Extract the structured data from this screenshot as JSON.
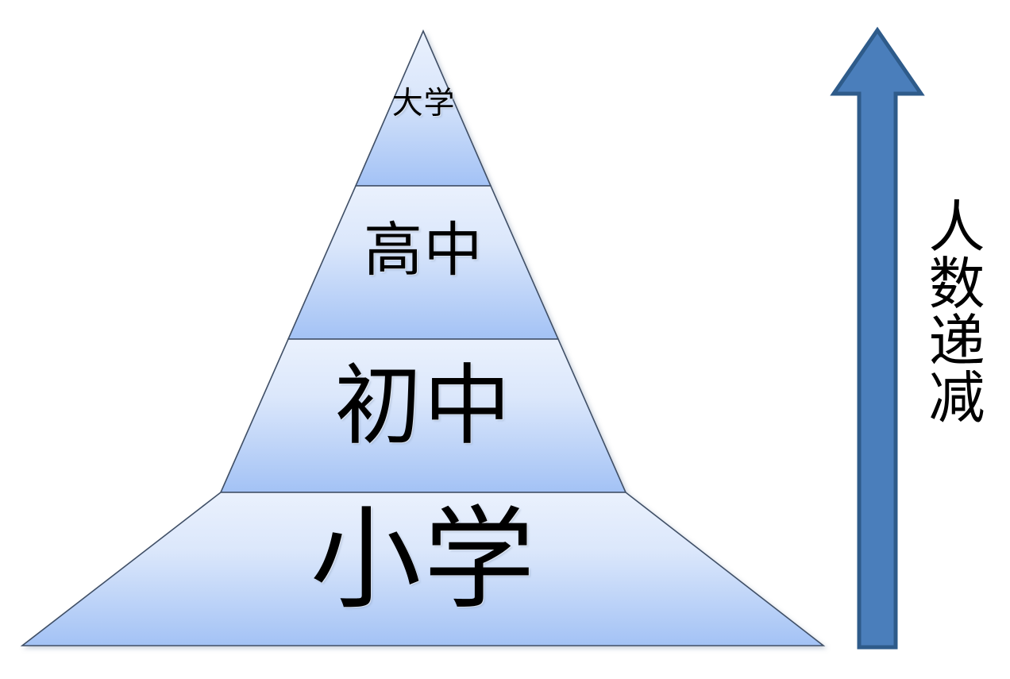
{
  "diagram": {
    "type": "pyramid",
    "title": "",
    "background_color": "#ffffff",
    "outline_color": "#3f4f66",
    "tier_gradient_top": "#e8f0fd",
    "tier_gradient_bottom": "#a3c2f5",
    "arrow_fill_color": "#4a7ebb",
    "arrow_outline_color": "#2e5b8a",
    "text_color": "#000000",
    "tiers": [
      {
        "rank": 1,
        "position": "top",
        "label": "大学",
        "meaning": "University",
        "relative_width_pct": 18
      },
      {
        "rank": 2,
        "position": "upper-middle",
        "label": "高中",
        "meaning": "High school",
        "relative_width_pct": 46
      },
      {
        "rank": 3,
        "position": "lower-middle",
        "label": "初中",
        "meaning": "Middle school",
        "relative_width_pct": 71
      },
      {
        "rank": 4,
        "position": "bottom",
        "label": "小学",
        "meaning": "Elementary school",
        "relative_width_pct": 100
      }
    ],
    "annotation": {
      "label": "人数递减",
      "meaning": "Number of people decreases",
      "arrow_direction": "up",
      "icon": "up-arrow-icon"
    }
  }
}
